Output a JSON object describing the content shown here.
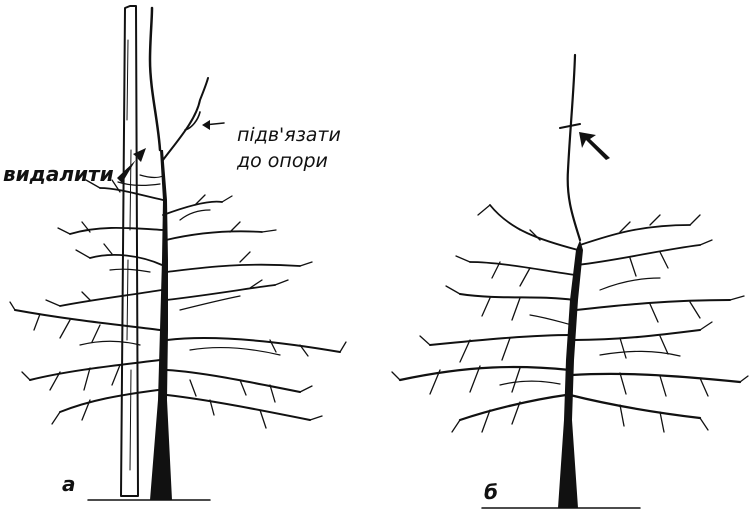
{
  "labels": {
    "remove": "видалити",
    "tie_line1": "підв'язати",
    "tie_line2": "до опори",
    "panel_a": "а",
    "panel_b": "б"
  },
  "colors": {
    "ink": "#111111",
    "background": "#ffffff"
  }
}
